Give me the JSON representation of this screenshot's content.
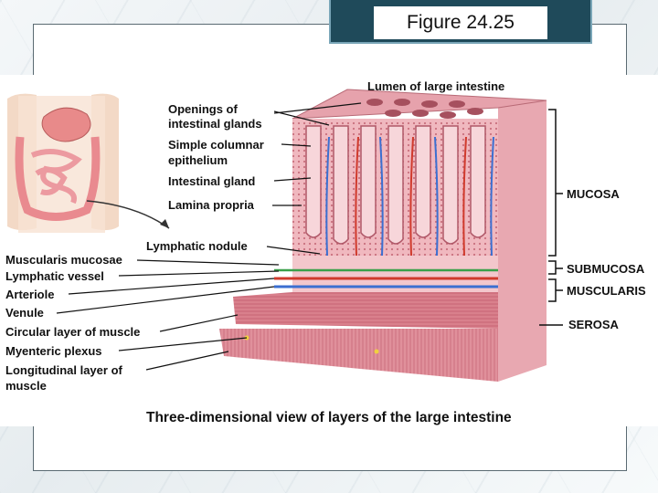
{
  "slide": {
    "title": "Figure 24.25"
  },
  "figure": {
    "top_label": "Lumen of large intestine",
    "left_labels": {
      "openings_1": "Openings of",
      "openings_2": "intestinal glands",
      "simple_1": "Simple columnar",
      "simple_2": "epithelium",
      "intestinal_gland": "Intestinal gland",
      "lamina_propria": "Lamina propria",
      "lymphatic_nodule": "Lymphatic nodule",
      "muscularis_mucosae": "Muscularis mucosae",
      "lymphatic_vessel": "Lymphatic vessel",
      "arteriole": "Arteriole",
      "venule": "Venule",
      "circular_layer": "Circular layer of muscle",
      "myenteric_plexus": "Myenteric plexus",
      "longitudinal_1": "Longitudinal layer of",
      "longitudinal_2": "muscle"
    },
    "right_labels": {
      "mucosa": "MUCOSA",
      "submucosa": "SUBMUCOSA",
      "muscularis": "MUSCULARIS",
      "serosa": "SEROSA"
    },
    "caption": "Three-dimensional view of layers of the large intestine"
  }
}
